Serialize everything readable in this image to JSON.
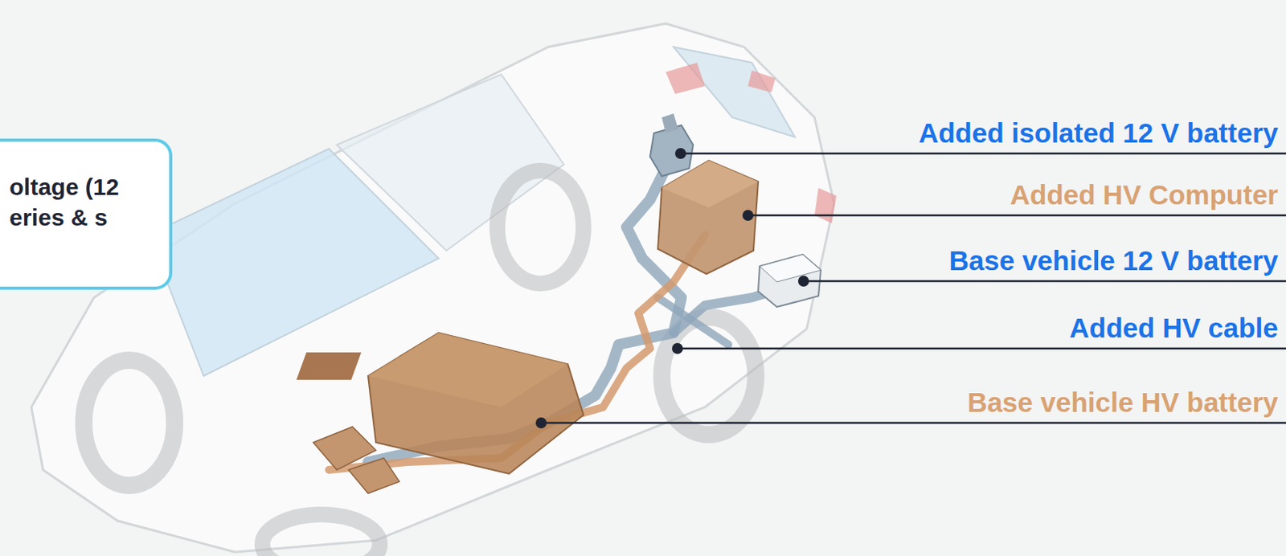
{
  "diagram": {
    "nodes": [
      {
        "text": [
          "oltage (12 eries & s"
        ]
      }
    ],
    "labels": [
      "Added isolated 12 V battery",
      "Added HV Computer",
      "Base vehicle 12 V battery",
      "Added HV cable",
      "Base vehicle HV battery"
    ]
  }
}
